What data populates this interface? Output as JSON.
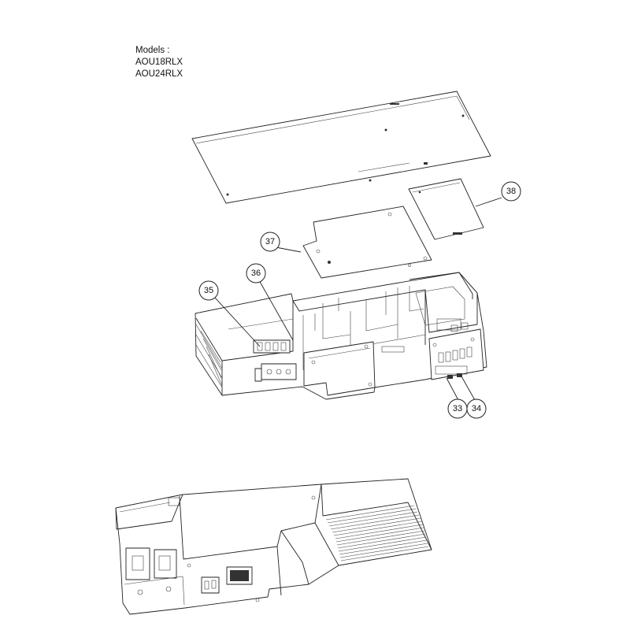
{
  "header": {
    "models_label": "Models :",
    "model_1": "AOU18RLX",
    "model_2": "AOU24RLX"
  },
  "callouts": {
    "c33": "33",
    "c34": "34",
    "c35": "35",
    "c36": "36",
    "c37": "37",
    "c38": "38"
  }
}
